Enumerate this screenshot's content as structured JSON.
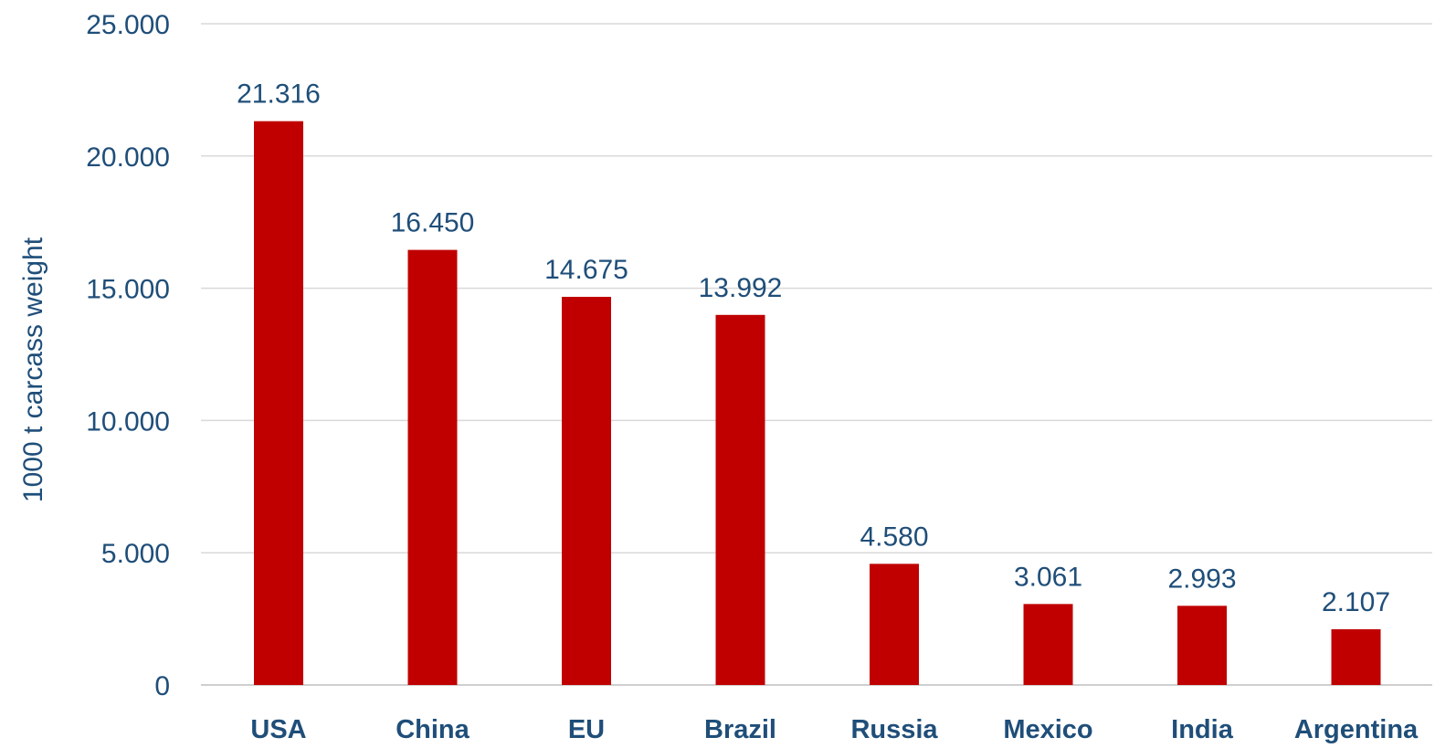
{
  "chart_data": {
    "type": "bar",
    "title": "",
    "xlabel": "",
    "ylabel": "1000 t carcass weight",
    "categories": [
      "USA",
      "China",
      "EU",
      "Brazil",
      "Russia",
      "Mexico",
      "India",
      "Argentina"
    ],
    "values": [
      21316,
      16450,
      14675,
      13992,
      4580,
      3061,
      2993,
      2107
    ],
    "value_labels": [
      "21.316",
      "16.450",
      "14.675",
      "13.992",
      "4.580",
      "3.061",
      "2.993",
      "2.107"
    ],
    "ylim": [
      0,
      25000
    ],
    "yticks": [
      0,
      5000,
      10000,
      15000,
      20000,
      25000
    ],
    "ytick_labels": [
      "0",
      "5.000",
      "10.000",
      "15.000",
      "20.000",
      "25.000"
    ],
    "grid": true,
    "legend": "none",
    "colors": {
      "bar": "#c00000",
      "text": "#1f4e79",
      "grid": "#d9d9d9"
    }
  }
}
